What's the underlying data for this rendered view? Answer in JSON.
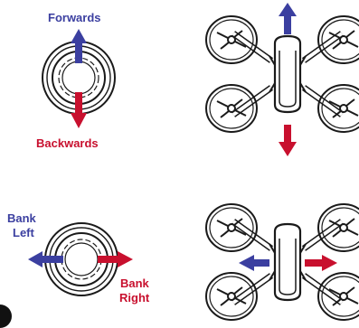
{
  "labels": {
    "forwards": "Forwards",
    "backwards": "Backwards",
    "bank_left_1": "Bank",
    "bank_left_2": "Left",
    "bank_right_1": "Bank",
    "bank_right_2": "Right"
  },
  "colors": {
    "blue": "#3b3fa0",
    "red": "#c8102e",
    "line": "#1a1a1a"
  },
  "icons": [
    "joystick-icon",
    "drone-icon",
    "arrow-up-icon",
    "arrow-down-icon",
    "arrow-left-icon",
    "arrow-right-icon"
  ]
}
